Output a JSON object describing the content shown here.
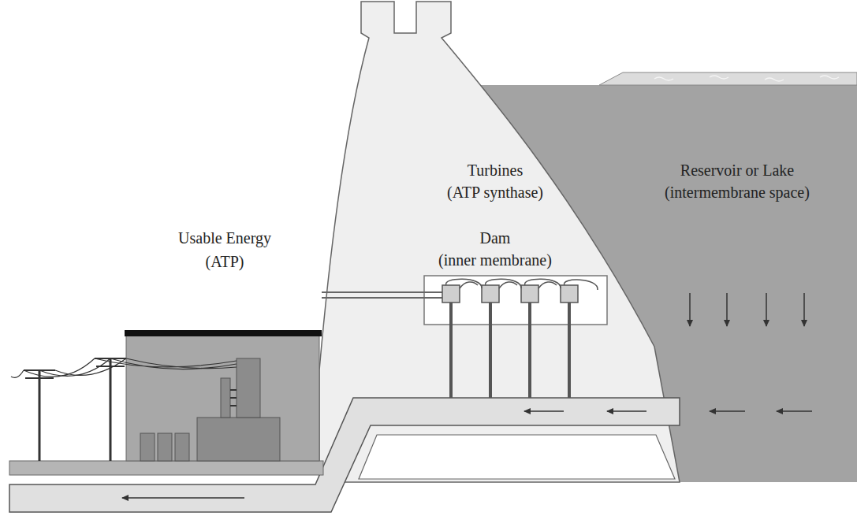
{
  "diagram": {
    "labels": [
      "Usable Energy",
      "(ATP)",
      "Turbines",
      "(ATP synthase)",
      "Dam",
      "(inner membrane)",
      "Reservoir or Lake",
      "(intermembrane space)"
    ]
  }
}
